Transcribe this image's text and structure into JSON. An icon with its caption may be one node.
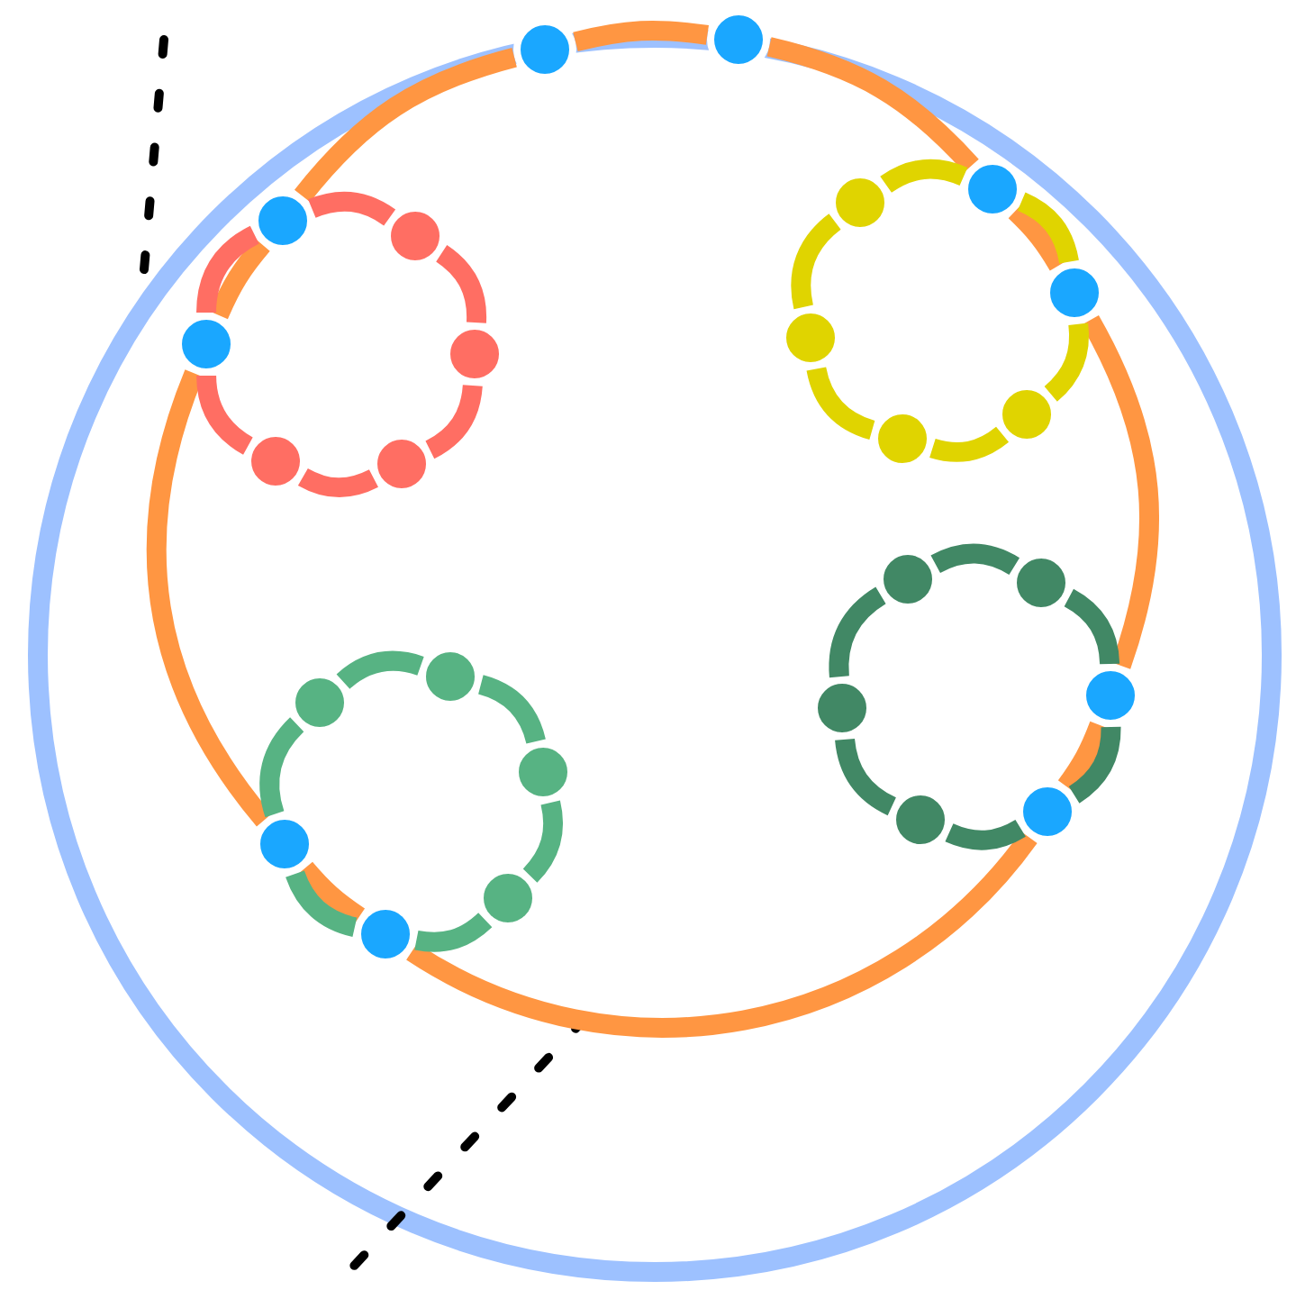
{
  "diagram": {
    "nodes": [
      {
        "text": [],
        "shape": "circle"
      },
      {
        "text": [],
        "shape": "circle"
      },
      {
        "text": [],
        "shape": "circle"
      },
      {
        "text": [],
        "shape": "circle"
      },
      {
        "text": [],
        "shape": "circle"
      },
      {
        "text": [],
        "shape": "circle"
      },
      {
        "text": [],
        "shape": "circle"
      },
      {
        "text": [],
        "shape": "circle"
      },
      {
        "text": [],
        "shape": "circle"
      },
      {
        "text": [],
        "shape": "circle"
      },
      {
        "text": [],
        "shape": "circle"
      },
      {
        "text": [],
        "shape": "circle"
      },
      {
        "text": [],
        "shape": "circle"
      },
      {
        "text": [],
        "shape": "circle"
      },
      {
        "text": [],
        "shape": "circle"
      },
      {
        "text": [],
        "shape": "circle"
      },
      {
        "text": [],
        "shape": "circle"
      },
      {
        "text": [],
        "shape": "circle"
      },
      {
        "text": [],
        "shape": "circle"
      },
      {
        "text": [],
        "shape": "circle"
      },
      {
        "text": [],
        "shape": "circle"
      },
      {
        "text": [],
        "shape": "circle"
      },
      {
        "text": [],
        "shape": "circle"
      },
      {
        "text": [],
        "shape": "circle"
      },
      {
        "text": [],
        "shape": "circle"
      },
      {
        "text": [],
        "shape": "circle"
      }
    ],
    "edges": [
      {
        "from": 1,
        "to": 0,
        "arrow": "none"
      },
      {
        "from": 0,
        "to": 2,
        "arrow": "none"
      },
      {
        "from": 2,
        "to": 6,
        "arrow": "none"
      },
      {
        "from": 6,
        "to": 17,
        "arrow": "none"
      },
      {
        "from": 17,
        "to": 21,
        "arrow": "none"
      },
      {
        "from": 21,
        "to": 25,
        "arrow": "none"
      },
      {
        "from": 25,
        "to": 23,
        "arrow": "none"
      },
      {
        "from": 23,
        "to": 8,
        "arrow": "none"
      },
      {
        "from": 8,
        "to": 4,
        "arrow": "none"
      },
      {
        "from": 4,
        "to": 1,
        "arrow": "none"
      },
      {
        "from": 4,
        "to": 5,
        "arrow": "none",
        "color": "#ff6e63"
      },
      {
        "from": 5,
        "to": 9,
        "arrow": "none",
        "color": "#ff6e63"
      },
      {
        "from": 9,
        "to": 13,
        "arrow": "none",
        "color": "#ff6e63"
      },
      {
        "from": 13,
        "to": 12,
        "arrow": "none",
        "color": "#ff6e63"
      },
      {
        "from": 12,
        "to": 8,
        "arrow": "none",
        "color": "#ff6e63"
      },
      {
        "from": 8,
        "to": 4,
        "arrow": "none",
        "color": "#ff6e63"
      },
      {
        "from": 3,
        "to": 2,
        "arrow": "none",
        "color": "#e0d400"
      },
      {
        "from": 2,
        "to": 6,
        "arrow": "none",
        "color": "#e0d400"
      },
      {
        "from": 6,
        "to": 10,
        "arrow": "none",
        "color": "#e0d400"
      },
      {
        "from": 10,
        "to": 11,
        "arrow": "none",
        "color": "#e0d400"
      },
      {
        "from": 11,
        "to": 7,
        "arrow": "none",
        "color": "#e0d400"
      },
      {
        "from": 7,
        "to": 3,
        "arrow": "none",
        "color": "#e0d400"
      },
      {
        "from": 14,
        "to": 15,
        "arrow": "none",
        "color": "#418865"
      },
      {
        "from": 15,
        "to": 17,
        "arrow": "none",
        "color": "#418865"
      },
      {
        "from": 17,
        "to": 21,
        "arrow": "none",
        "color": "#418865"
      },
      {
        "from": 21,
        "to": 22,
        "arrow": "none",
        "color": "#418865"
      },
      {
        "from": 22,
        "to": 19,
        "arrow": "none",
        "color": "#418865"
      },
      {
        "from": 19,
        "to": 14,
        "arrow": "none",
        "color": "#418865"
      },
      {
        "from": 16,
        "to": 20,
        "arrow": "none",
        "color": "#57b383"
      },
      {
        "from": 20,
        "to": 24,
        "arrow": "none",
        "color": "#57b383"
      },
      {
        "from": 24,
        "to": 25,
        "arrow": "none",
        "color": "#57b383"
      },
      {
        "from": 25,
        "to": 23,
        "arrow": "none",
        "color": "#57b383"
      },
      {
        "from": 23,
        "to": 18,
        "arrow": "none",
        "color": "#57b383"
      },
      {
        "from": 18,
        "to": 16,
        "arrow": "none",
        "color": "#57b383"
      }
    ]
  }
}
